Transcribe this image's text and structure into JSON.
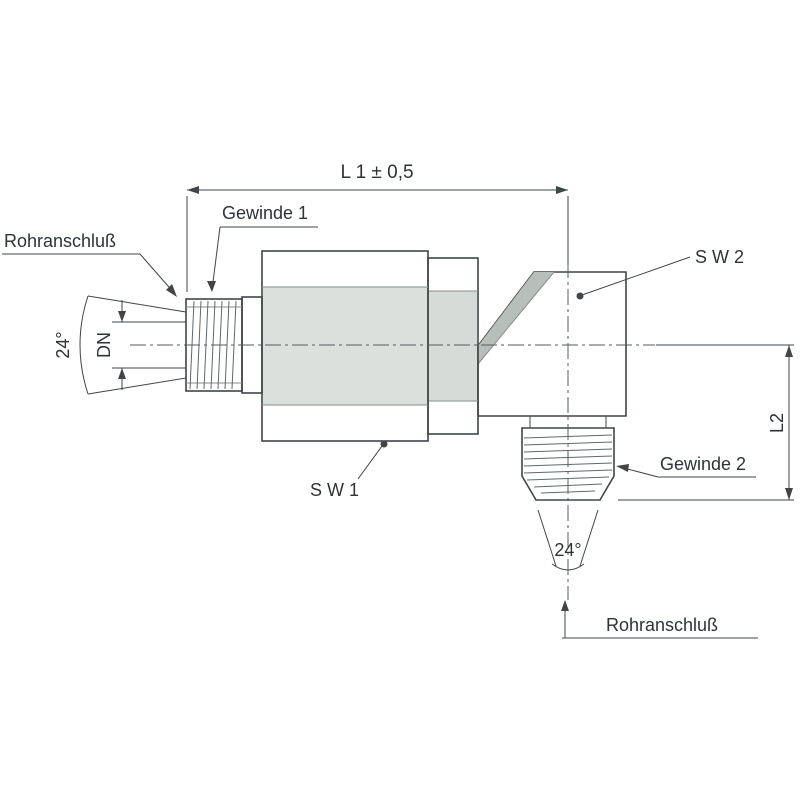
{
  "drawing": {
    "labels": {
      "l1": "L 1 ± 0,5",
      "gewinde1": "Gewinde 1",
      "rohranschluss_top": "Rohranschluß",
      "angle_left": "24°",
      "dn": "DN",
      "sw2": "S W 2",
      "sw1": "S W 1",
      "gewinde2": "Gewinde 2",
      "l2": "L2",
      "angle_bottom": "24°",
      "rohranschluss_bottom": "Rohranschluß"
    },
    "colors": {
      "background": "#ffffff",
      "outline": "#3f4548",
      "body_fill": "#cdd4d0",
      "body_light": "#dae0dc",
      "body_dark": "#b7bfbb",
      "text": "#2d3336"
    }
  }
}
